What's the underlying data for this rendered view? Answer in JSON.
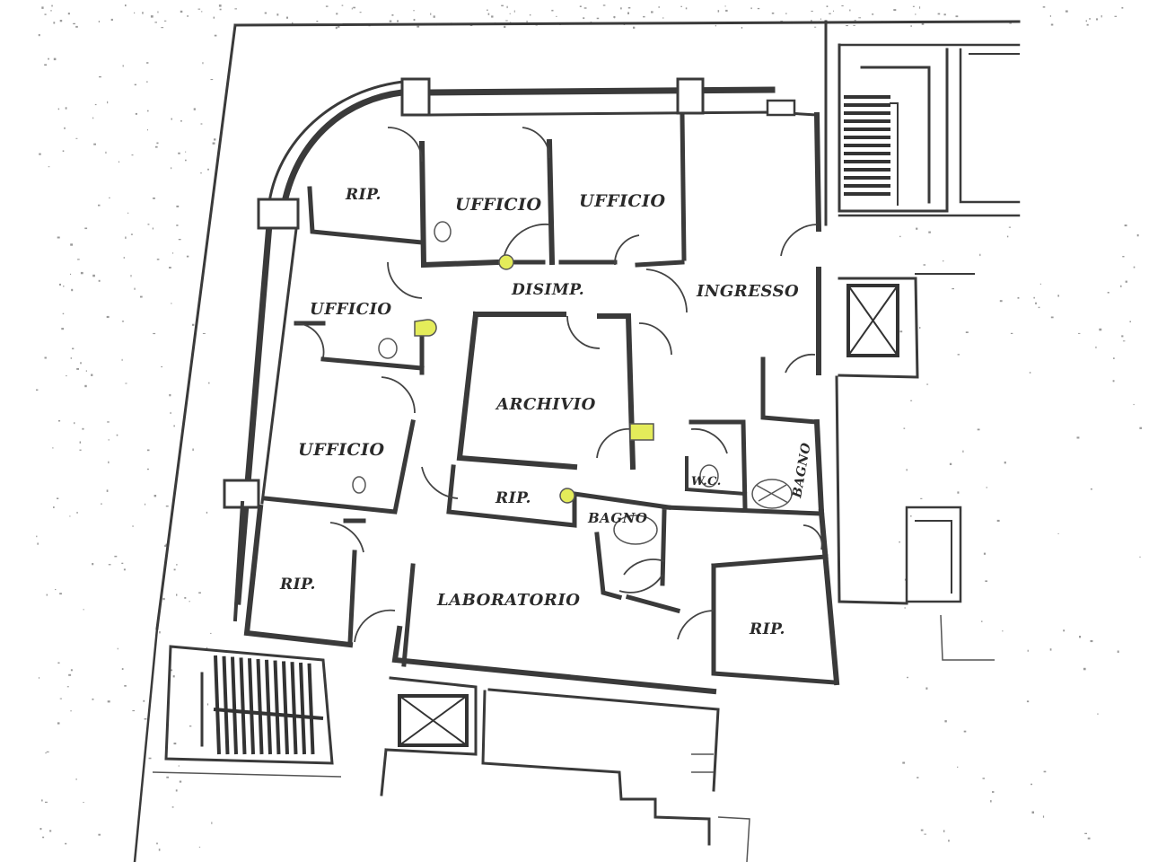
{
  "rooms": {
    "rip_top": "RIP.",
    "ufficio_1": "UFFICIO",
    "ufficio_2": "UFFICIO",
    "ufficio_3": "UFFICIO",
    "ufficio_4": "UFFICIO",
    "disimp": "DISIMP.",
    "ingresso": "INGRESSO",
    "archivio": "ARCHIVIO",
    "rip_mid": "RIP.",
    "wc": "W.C.",
    "bagno_1": "BAGNO",
    "bagno_2": "BAGNO",
    "rip_left": "RIP.",
    "laboratorio": "LABORATORIO",
    "rip_right": "RIP."
  },
  "colors": {
    "wall": "#3a3a3a",
    "marker": "#e4ec5a",
    "label": "#2a2a2a"
  },
  "icons": [
    "light-point-marker",
    "stair-icon",
    "elevator-shaft-icon",
    "door-swing-icon"
  ]
}
